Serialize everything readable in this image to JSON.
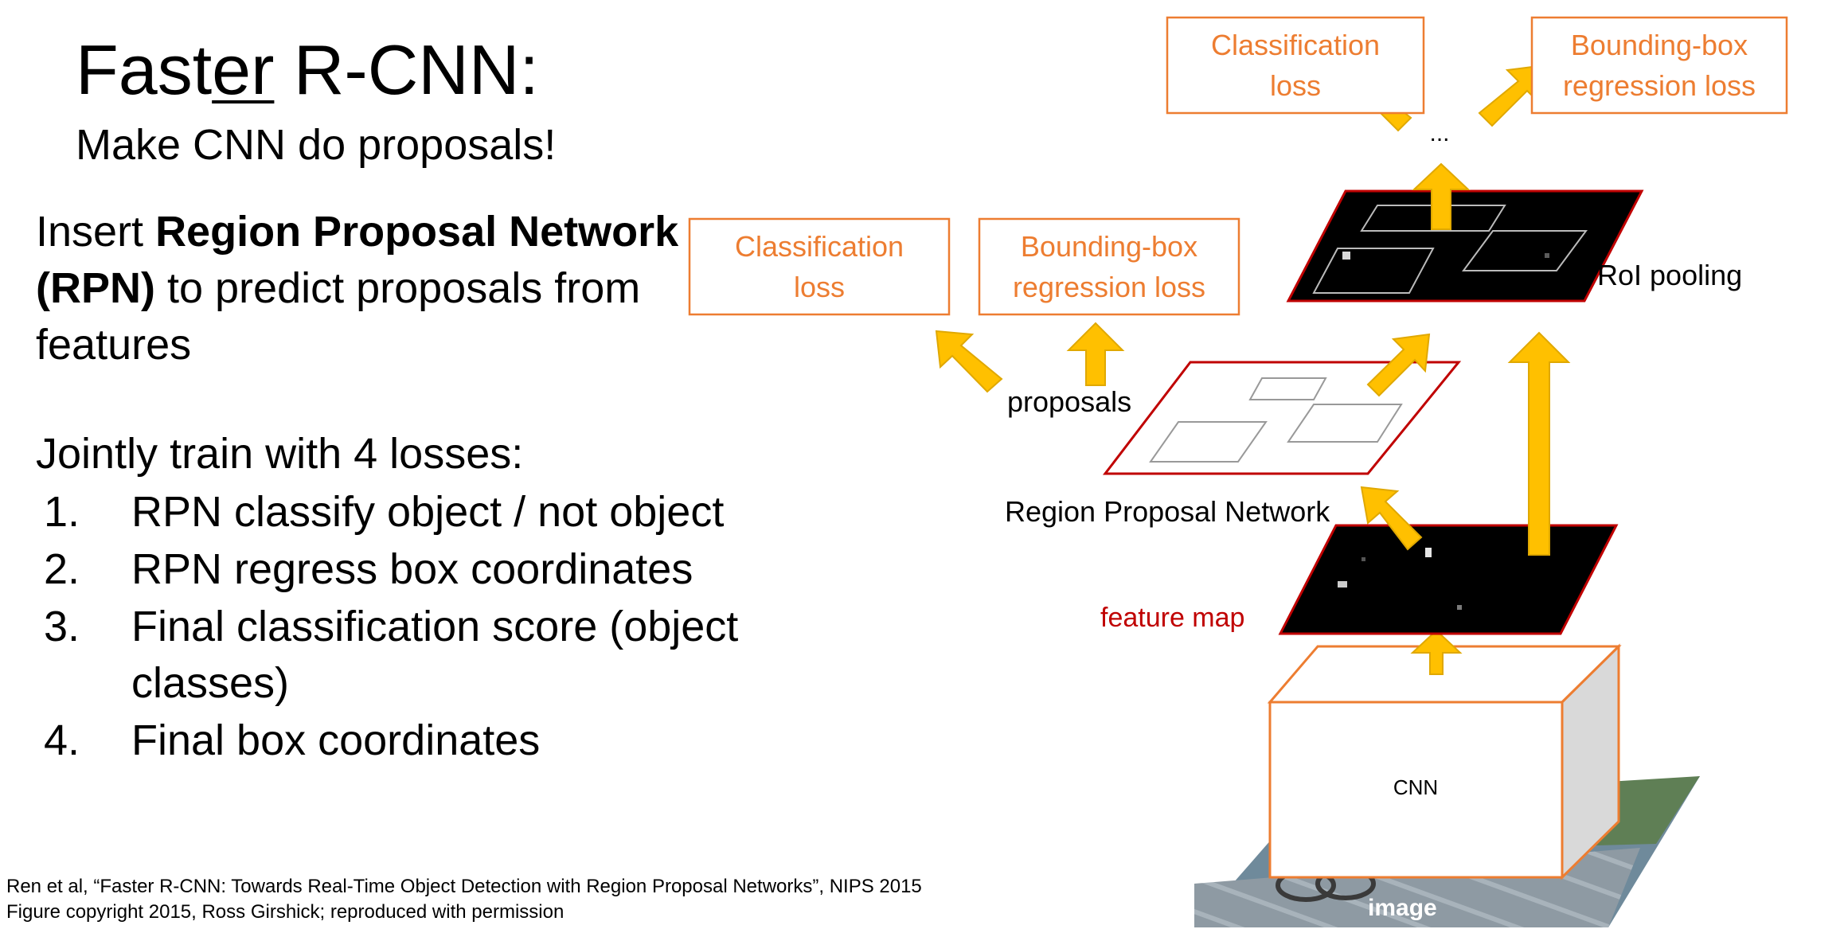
{
  "title": {
    "prefix": "Fast",
    "underlined": "er",
    "suffix": " R-CNN:"
  },
  "subtitle": "Make CNN do proposals!",
  "insert": {
    "before": "Insert ",
    "bold": "Region Proposal Network (RPN)",
    "after": " to predict proposals from features"
  },
  "jointly": "Jointly train with 4 losses:",
  "losses": [
    {
      "num": "1.",
      "text": "RPN classify object / not object"
    },
    {
      "num": "2.",
      "text": "RPN regress box coordinates"
    },
    {
      "num": "3.",
      "text": "Final classification score (object classes)"
    },
    {
      "num": "4.",
      "text": "Final box coordinates"
    }
  ],
  "citation": {
    "line1": "Ren et al, “Faster R-CNN: Towards Real-Time Object Detection with Region Proposal Networks”, NIPS 2015",
    "line2": "Figure copyright 2015, Ross Girshick; reproduced with permission"
  },
  "diagram": {
    "top_cls": {
      "line1": "Classification",
      "line2": "loss"
    },
    "top_bbox": {
      "line1": "Bounding-box",
      "line2": "regression loss"
    },
    "rpn_cls": {
      "line1": "Classification",
      "line2": "loss"
    },
    "rpn_bbox": {
      "line1": "Bounding-box",
      "line2": "regression loss"
    },
    "ellipsis": "...",
    "roi_pooling": "RoI pooling",
    "proposals": "proposals",
    "rpn_label": "Region Proposal Network",
    "feature_map": "feature map",
    "cnn": "CNN",
    "image": "image",
    "colors": {
      "arrow": "#FFC000",
      "loss_box": "#ED7D31",
      "feature_border": "#C00000",
      "feature_label": "#C00000"
    }
  }
}
